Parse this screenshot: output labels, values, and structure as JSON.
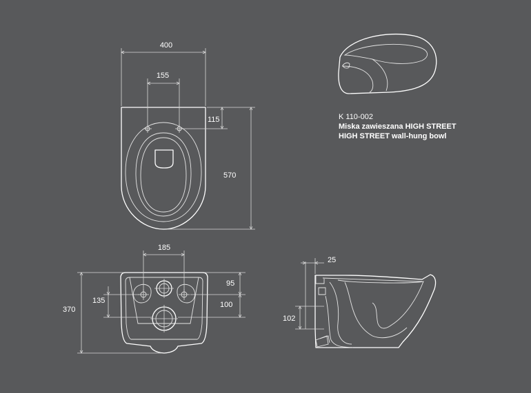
{
  "product": {
    "code": "K 110-002",
    "name_pl": "Miska zawieszana HIGH STREET",
    "name_en": "HIGH STREET wall-hung bowl"
  },
  "dimensions": {
    "top_width": "400",
    "top_hole_spacing": "155",
    "top_hole_offset": "115",
    "top_length": "570",
    "rear_hole_spacing": "185",
    "rear_height": "370",
    "rear_hole_height": "135",
    "rear_upper_offset": "95",
    "rear_lower_offset": "100",
    "side_wall_offset": "25",
    "side_outlet_height": "102"
  },
  "colors": {
    "background": "#58595b",
    "line": "#ffffff"
  }
}
